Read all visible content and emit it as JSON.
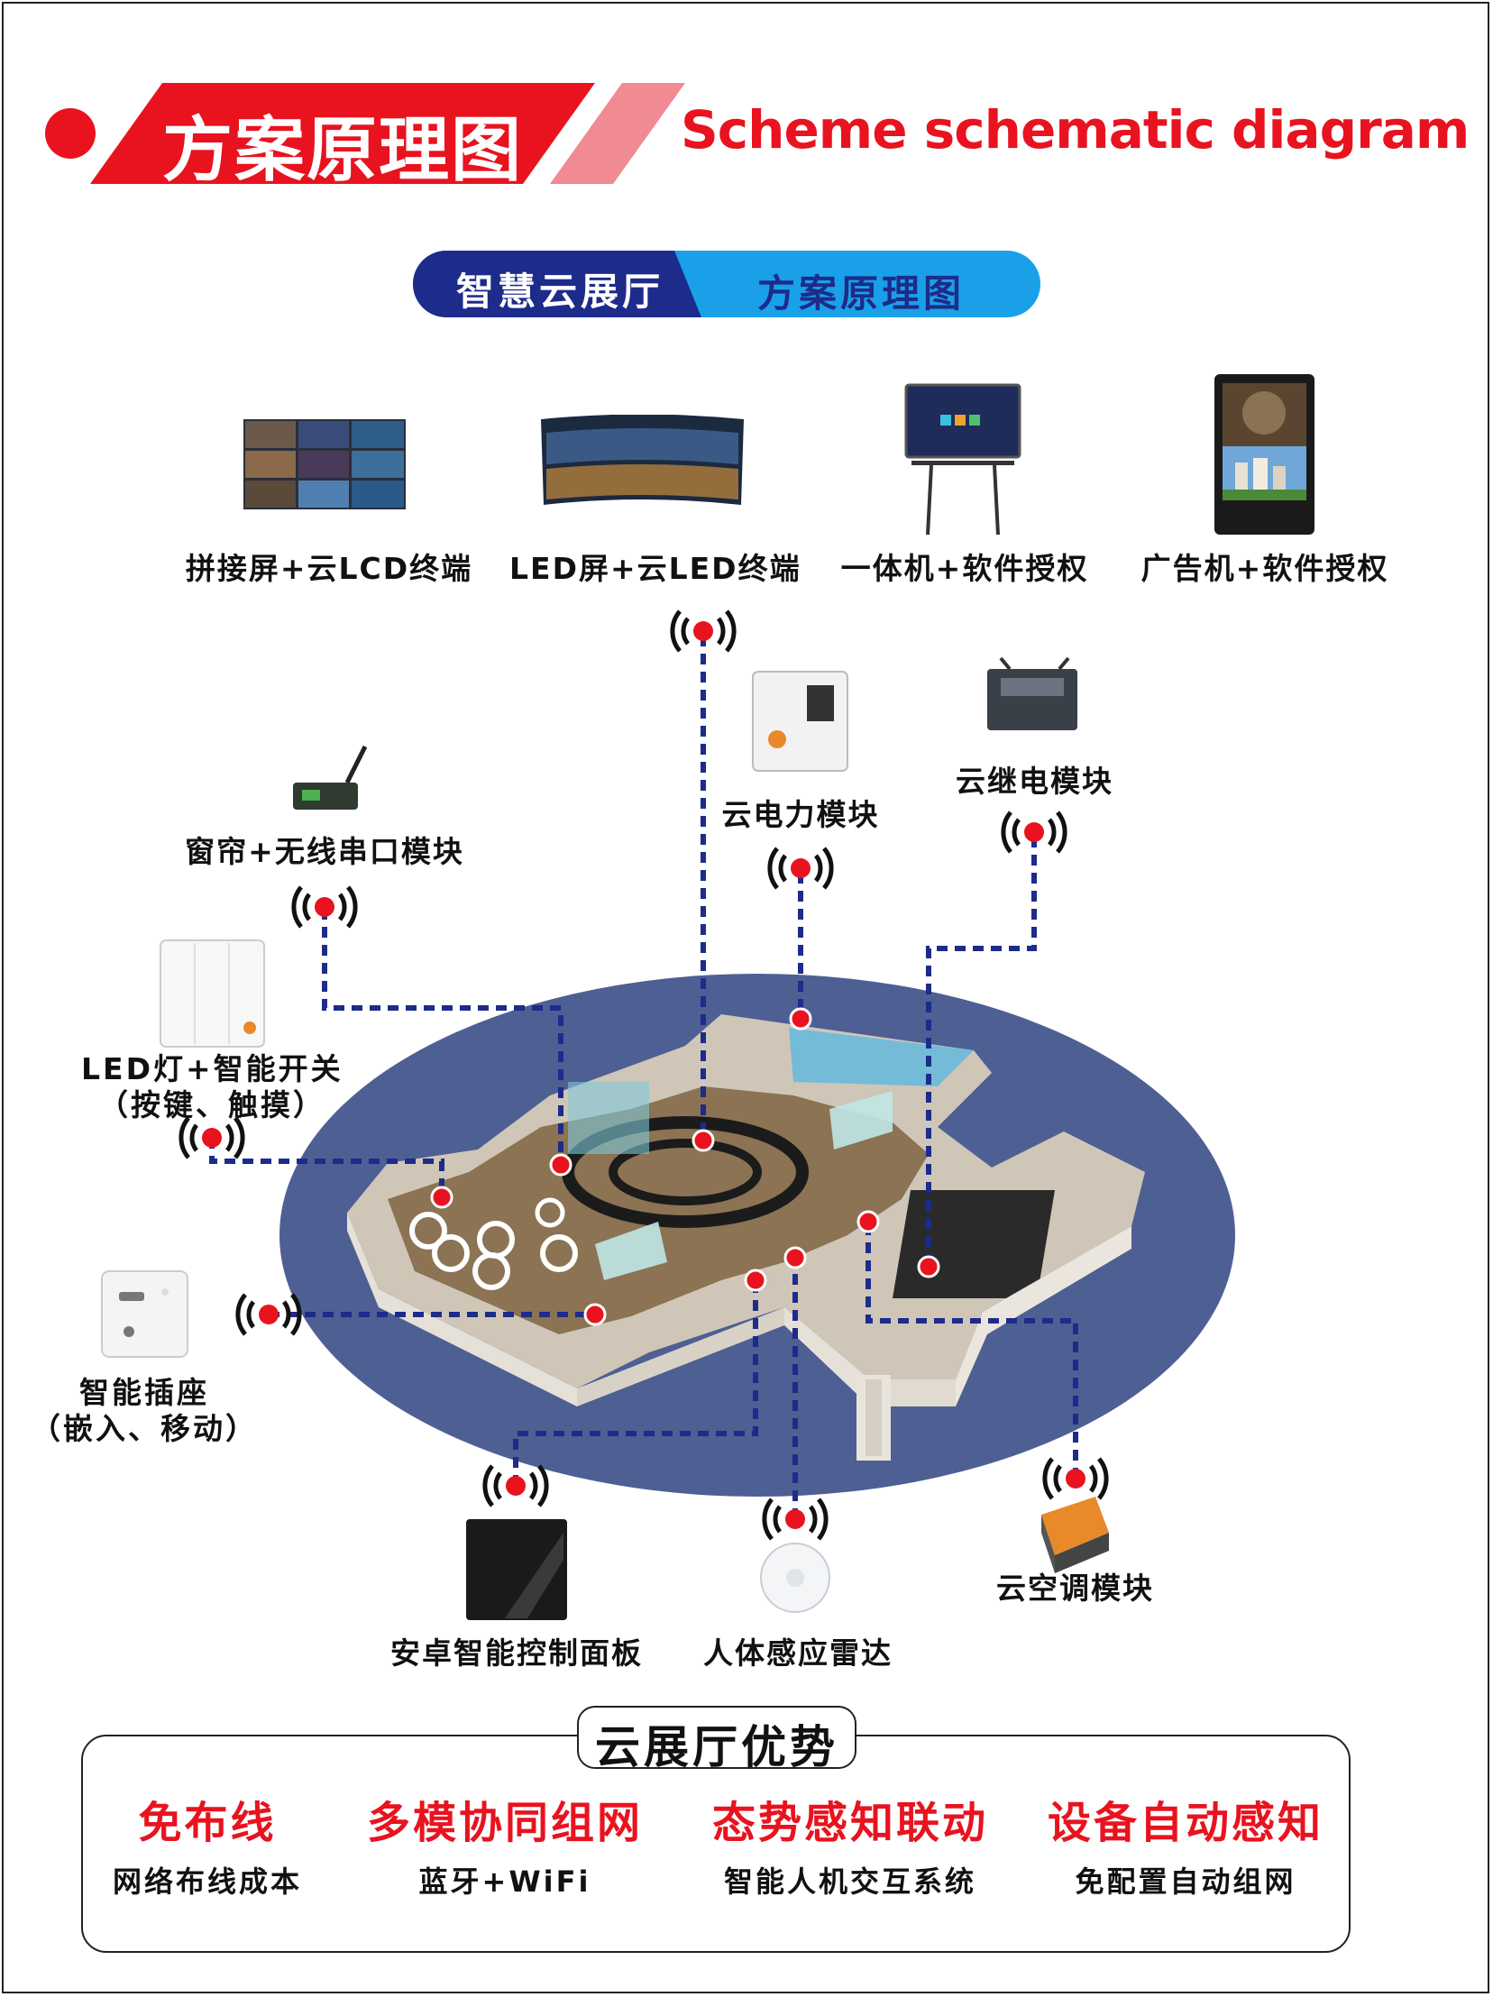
{
  "header": {
    "title_cn": "方案原理图",
    "title_en": "Scheme schematic diagram"
  },
  "pill": {
    "left": "智慧云展厅",
    "right": "方案原理图"
  },
  "devices_top": [
    {
      "label": "拼接屏+云LCD终端"
    },
    {
      "label": "LED屏+云LED终端"
    },
    {
      "label": "一体机+软件授权"
    },
    {
      "label": "广告机+软件授权"
    }
  ],
  "modules": {
    "curtain": "窗帘+无线串口模块",
    "power": "云电力模块",
    "relay": "云继电模块",
    "light_line1": "LED灯+智能开关",
    "light_line2": "（按键、触摸）",
    "socket_line1": "智能插座",
    "socket_line2": "（嵌入、移动）",
    "panel": "安卓智能控制面板",
    "radar": "人体感应雷达",
    "aircon": "云空调模块"
  },
  "advantages": {
    "title": "云展厅优势",
    "items": [
      {
        "head": "免布线",
        "sub": "网络布线成本"
      },
      {
        "head": "多模协同组网",
        "sub": "蓝牙+WiFi"
      },
      {
        "head": "态势感知联动",
        "sub": "智能人机交互系统"
      },
      {
        "head": "设备自动感知",
        "sub": "免配置自动组网"
      }
    ]
  },
  "colors": {
    "accent_red": "#e8131f",
    "navy": "#1d2b8a",
    "blue": "#1aa0e8",
    "ellipse": "#4e5f93",
    "link": "#1d2b8a"
  }
}
